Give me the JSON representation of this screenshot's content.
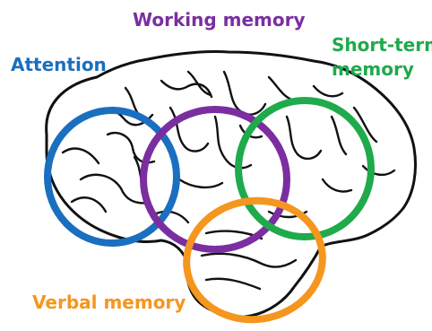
{
  "labels": {
    "attention": "Attention",
    "working_memory": "Working memory",
    "short_term_line1": "Short-term",
    "short_term_line2": "memory",
    "verbal_memory": "Verbal memory"
  },
  "colors": {
    "attention": "#1a6fbf",
    "working_memory": "#7a2ea0",
    "short_term_memory": "#1faa4b",
    "verbal_memory": "#f5961f",
    "brain_outline": "#111111"
  },
  "icons": {
    "brain": "brain-outline-drawing"
  }
}
